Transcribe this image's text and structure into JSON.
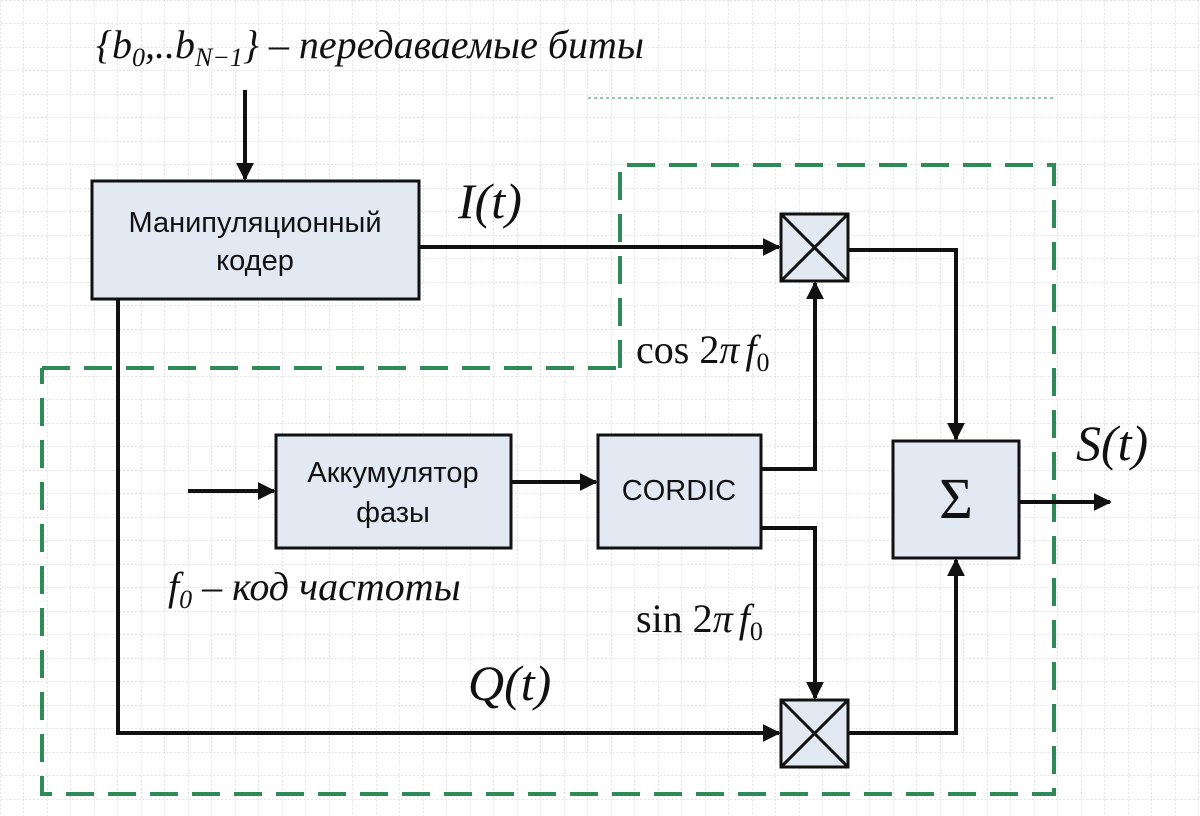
{
  "header": {
    "bits_set": "{b",
    "bits_sub0": "0",
    "bits_sep": ",..b",
    "bits_sub_last": "N−1",
    "bits_close": "}",
    "bits_caption": " – передаваемые биты"
  },
  "blocks": {
    "encoder_line1": "Манипуляционный",
    "encoder_line2": "кодер",
    "accumulator_line1": "Аккумулятор",
    "accumulator_line2": "фазы",
    "cordic": "CORDIC",
    "sum_symbol": "Σ"
  },
  "signals": {
    "i_name": "I",
    "i_arg": "(t)",
    "q_name": "Q",
    "q_arg": "(t)",
    "s_name": "S",
    "s_arg": "(t)",
    "cos_text": "cos 2",
    "sin_text": "sin 2",
    "pi": "π",
    "f_symbol": "f",
    "f_sub": "0",
    "freq_caption": " – код частоты"
  },
  "colors": {
    "block_fill": "#e3e9f3",
    "line": "#111111",
    "dashed_region": "#2e8b57",
    "grid": "#c8c8c8"
  }
}
